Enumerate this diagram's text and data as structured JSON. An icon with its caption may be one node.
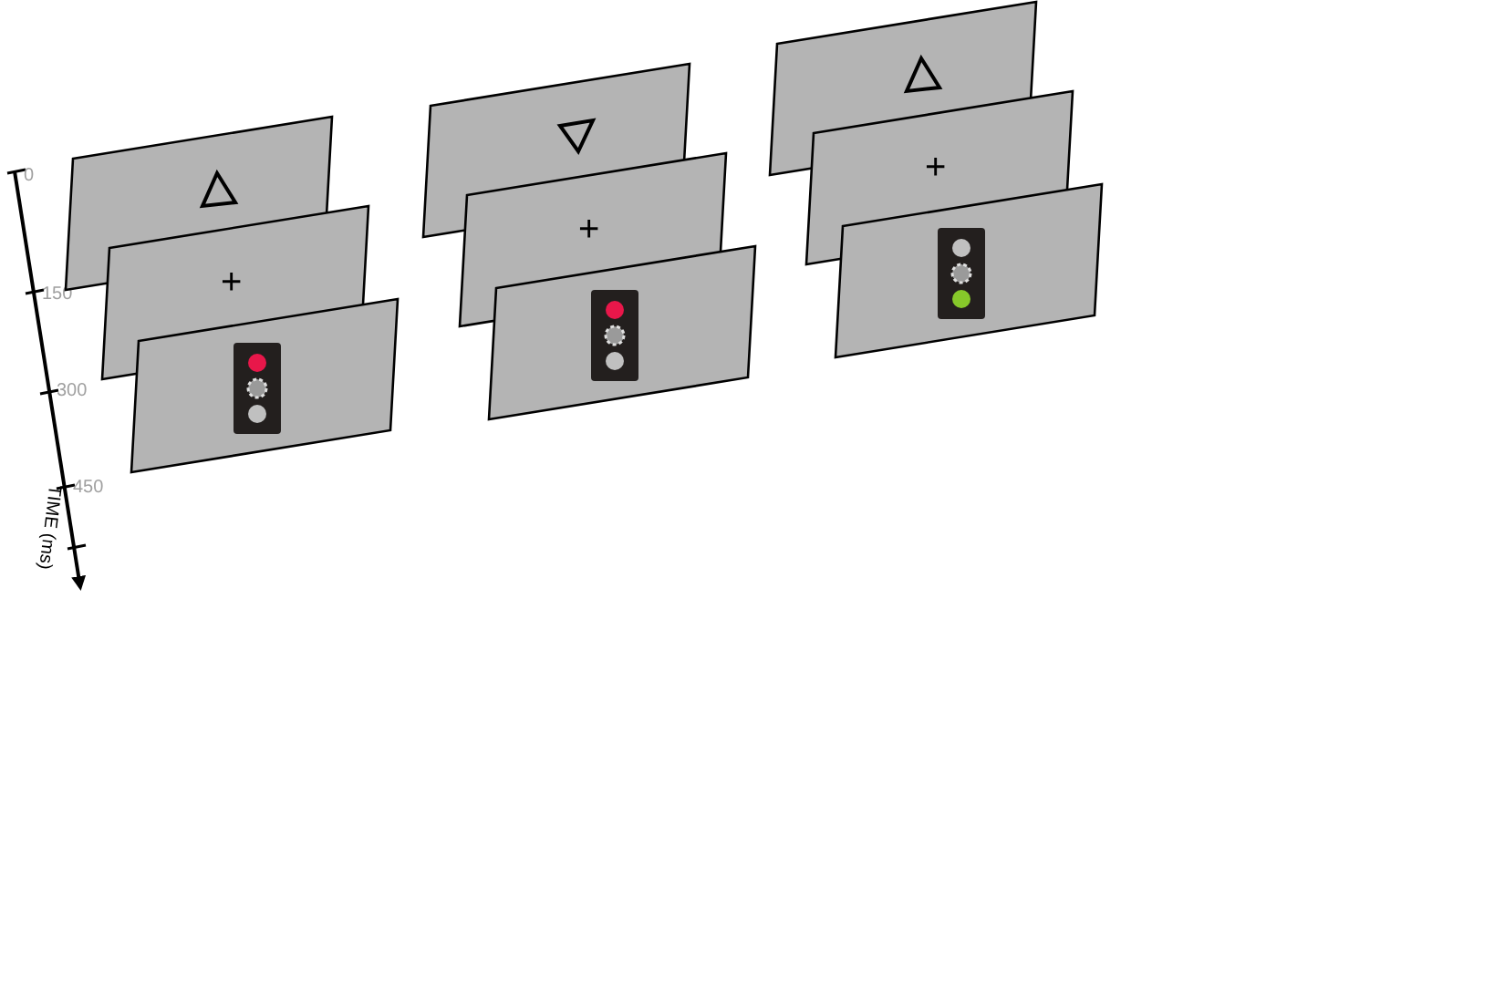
{
  "diagram": {
    "labels": [
      "0",
      "150",
      "300",
      "450",
      "TIME (ms)",
      "+",
      "+",
      "+"
    ]
  }
}
